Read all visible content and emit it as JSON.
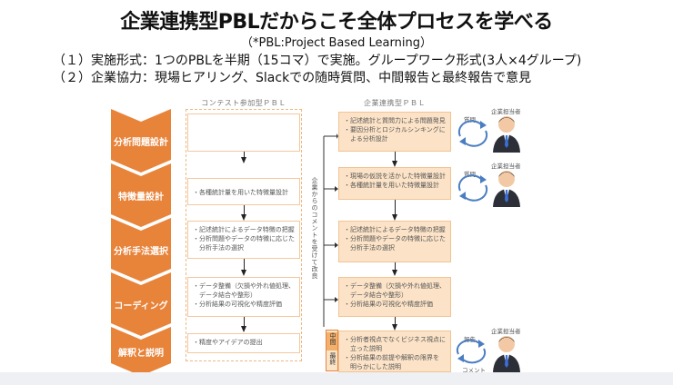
{
  "title": "企業連携型PBLだからこそ全体プロセスを学べる",
  "subtitle": "（*PBL:Project Based Learning）",
  "lines": [
    "（１）実施形式：1つのPBLを半期（15コマ）で実施。グループワーク形式(3人×4グループ)",
    "（２）企業協力：現場ヒアリング、Slackでの随時質問、中間報告と最終報告で意見"
  ],
  "steps": [
    "分析問題設計",
    "特徴量設計",
    "分析手法選択",
    "コーディング",
    "解釈と説明"
  ],
  "left_column": {
    "header": "コンテスト参加型ＰＢＬ",
    "boxes": [
      "",
      "・各種統計量を用いた特徴量設計",
      "・記述統計によるデータ特徴の把握\n・分析問題やデータの特徴に応じた\n　分析手法の選択",
      "・データ整備（欠損や外れ値処理、\n　データ結合や整形）\n・分析結果の可視化や精度評価",
      "・精度やアイデアの提出"
    ]
  },
  "right_column": {
    "header": "企業連携型ＰＢＬ",
    "boxes": [
      "・記述統計と質問力による問題発見\n・要因分析とロジカルシンキングに\n　よる分析設計",
      "・現場の仮説を活かした特徴量設計\n・各種統計量を用いた特徴量設計",
      "・記述統計によるデータ特徴の把握\n・分析問題やデータの特徴に応じた\n　分析手法の選択",
      "・データ整備（欠損や外れ値処理、\n　データ結合や整形）\n・分析結果の可視化や精度評価",
      "・分析者視点でなくビジネス視点に\n　立った説明\n・分析結果の前提や解釈の限界を\n　明らかにした説明"
    ]
  },
  "side_text": "企業からのコメントを受けて改良",
  "mid_tag": {
    "top": "中間",
    "bottom": "最終"
  },
  "persons": [
    {
      "label": "企業担当者",
      "cycle_top": "質問",
      "cycle_bottom": ""
    },
    {
      "label": "企業担当者",
      "cycle_top": "質問",
      "cycle_bottom": ""
    },
    {
      "label": "企業担当者",
      "cycle_top": "報告",
      "cycle_bottom": "コメント"
    }
  ],
  "colors": {
    "accent": "#e8833a",
    "box_fill": "#fce3c7",
    "tie": "#3a6fd8",
    "cycle": "#4a7ec2"
  }
}
